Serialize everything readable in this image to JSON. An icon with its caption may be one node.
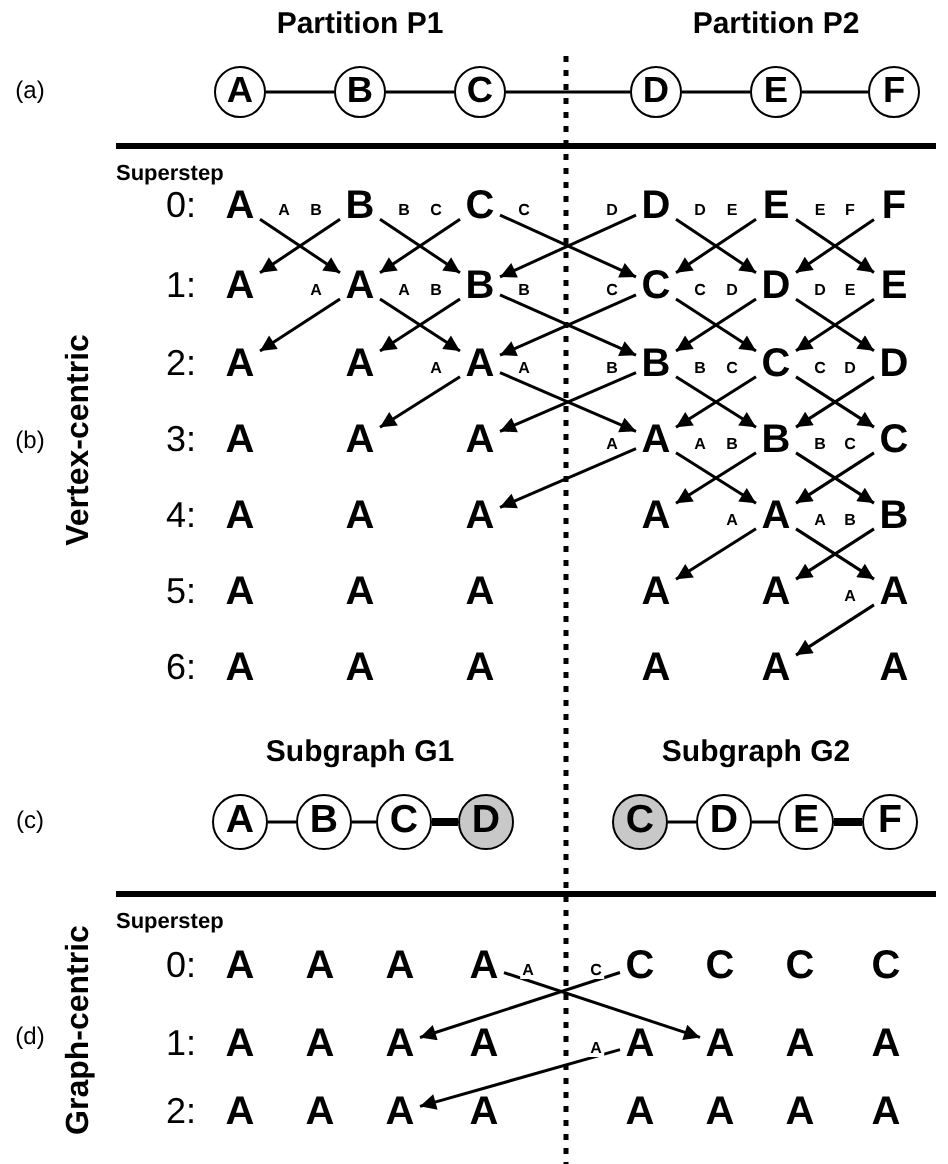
{
  "diagram": {
    "nodes": [
      {
        "text": [
          "A"
        ]
      },
      {
        "text": [
          "B"
        ]
      },
      {
        "text": [
          "C"
        ]
      },
      {
        "text": [
          "D"
        ]
      },
      {
        "text": [
          "E"
        ]
      },
      {
        "text": [
          "F"
        ]
      },
      {
        "text": [
          "A"
        ]
      },
      {
        "text": [
          "B"
        ]
      },
      {
        "text": [
          "C"
        ]
      },
      {
        "text": [
          "D"
        ]
      },
      {
        "text": [
          "E"
        ]
      },
      {
        "text": [
          "F"
        ]
      },
      {
        "text": [
          "A"
        ]
      },
      {
        "text": [
          "A"
        ]
      },
      {
        "text": [
          "B"
        ]
      },
      {
        "text": [
          "C"
        ]
      },
      {
        "text": [
          "D"
        ]
      },
      {
        "text": [
          "E"
        ]
      },
      {
        "text": [
          "A"
        ]
      },
      {
        "text": [
          "A"
        ]
      },
      {
        "text": [
          "A"
        ]
      },
      {
        "text": [
          "B"
        ]
      },
      {
        "text": [
          "C"
        ]
      },
      {
        "text": [
          "D"
        ]
      },
      {
        "text": [
          "A"
        ]
      },
      {
        "text": [
          "A"
        ]
      },
      {
        "text": [
          "A"
        ]
      },
      {
        "text": [
          "A"
        ]
      },
      {
        "text": [
          "B"
        ]
      },
      {
        "text": [
          "C"
        ]
      },
      {
        "text": [
          "A"
        ]
      },
      {
        "text": [
          "A"
        ]
      },
      {
        "text": [
          "A"
        ]
      },
      {
        "text": [
          "A"
        ]
      },
      {
        "text": [
          "A"
        ]
      },
      {
        "text": [
          "B"
        ]
      },
      {
        "text": [
          "A"
        ]
      },
      {
        "text": [
          "A"
        ]
      },
      {
        "text": [
          "A"
        ]
      },
      {
        "text": [
          "A"
        ]
      },
      {
        "text": [
          "A"
        ]
      },
      {
        "text": [
          "A"
        ]
      },
      {
        "text": [
          "A"
        ]
      },
      {
        "text": [
          "A"
        ]
      },
      {
        "text": [
          "A"
        ]
      },
      {
        "text": [
          "A"
        ]
      },
      {
        "text": [
          "A"
        ]
      },
      {
        "text": [
          "A"
        ]
      },
      {
        "text": [
          "A"
        ]
      },
      {
        "text": [
          "B"
        ]
      },
      {
        "text": [
          "C"
        ]
      },
      {
        "text": [
          "D"
        ]
      },
      {
        "text": [
          "C"
        ]
      },
      {
        "text": [
          "D"
        ]
      },
      {
        "text": [
          "E"
        ]
      },
      {
        "text": [
          "F"
        ]
      },
      {
        "text": [
          "A"
        ]
      },
      {
        "text": [
          "A"
        ]
      },
      {
        "text": [
          "A"
        ]
      },
      {
        "text": [
          "A"
        ]
      },
      {
        "text": [
          "C"
        ]
      },
      {
        "text": [
          "C"
        ]
      },
      {
        "text": [
          "C"
        ]
      },
      {
        "text": [
          "C"
        ]
      },
      {
        "text": [
          "A"
        ]
      },
      {
        "text": [
          "A"
        ]
      },
      {
        "text": [
          "A"
        ]
      },
      {
        "text": [
          "A"
        ]
      },
      {
        "text": [
          "A"
        ]
      },
      {
        "text": [
          "A"
        ]
      },
      {
        "text": [
          "A"
        ]
      },
      {
        "text": [
          "A"
        ]
      },
      {
        "text": [
          "A"
        ]
      },
      {
        "text": [
          "A"
        ]
      },
      {
        "text": [
          "A"
        ]
      },
      {
        "text": [
          "A"
        ]
      },
      {
        "text": [
          "A"
        ]
      },
      {
        "text": [
          "A"
        ]
      },
      {
        "text": [
          "A"
        ]
      },
      {
        "text": [
          "A"
        ]
      }
    ],
    "edges": [
      {
        "from": 0,
        "to": 1,
        "arrow": "none"
      },
      {
        "from": 1,
        "to": 2,
        "arrow": "none"
      },
      {
        "from": 2,
        "to": 3,
        "arrow": "none"
      },
      {
        "from": 3,
        "to": 4,
        "arrow": "none"
      },
      {
        "from": 4,
        "to": 5,
        "arrow": "none"
      },
      {
        "from": 6,
        "to": 13,
        "arrow": "to",
        "label": "A"
      },
      {
        "from": 7,
        "to": 12,
        "arrow": "to",
        "label": "B"
      },
      {
        "from": 7,
        "to": 14,
        "arrow": "to",
        "label": "B"
      },
      {
        "from": 8,
        "to": 13,
        "arrow": "to",
        "label": "C"
      },
      {
        "from": 8,
        "to": 15,
        "arrow": "to",
        "label": "C"
      },
      {
        "from": 9,
        "to": 14,
        "arrow": "to",
        "label": "D"
      },
      {
        "from": 9,
        "to": 16,
        "arrow": "to",
        "label": "D"
      },
      {
        "from": 10,
        "to": 15,
        "arrow": "to",
        "label": "E"
      },
      {
        "from": 10,
        "to": 17,
        "arrow": "to",
        "label": "E"
      },
      {
        "from": 11,
        "to": 16,
        "arrow": "to",
        "label": "F"
      },
      {
        "from": 13,
        "to": 18,
        "arrow": "to",
        "label": "A"
      },
      {
        "from": 13,
        "to": 20,
        "arrow": "to",
        "label": "A"
      },
      {
        "from": 14,
        "to": 19,
        "arrow": "to",
        "label": "B"
      },
      {
        "from": 14,
        "to": 21,
        "arrow": "to",
        "label": "B"
      },
      {
        "from": 15,
        "to": 20,
        "arrow": "to",
        "label": "C"
      },
      {
        "from": 15,
        "to": 22,
        "arrow": "to",
        "label": "C"
      },
      {
        "from": 16,
        "to": 21,
        "arrow": "to",
        "label": "D"
      },
      {
        "from": 16,
        "to": 23,
        "arrow": "to",
        "label": "D"
      },
      {
        "from": 17,
        "to": 22,
        "arrow": "to",
        "label": "E"
      },
      {
        "from": 20,
        "to": 25,
        "arrow": "to",
        "label": "A"
      },
      {
        "from": 20,
        "to": 27,
        "arrow": "to",
        "label": "A"
      },
      {
        "from": 21,
        "to": 26,
        "arrow": "to",
        "label": "B"
      },
      {
        "from": 21,
        "to": 28,
        "arrow": "to",
        "label": "B"
      },
      {
        "from": 22,
        "to": 27,
        "arrow": "to",
        "label": "C"
      },
      {
        "from": 22,
        "to": 29,
        "arrow": "to",
        "label": "C"
      },
      {
        "from": 23,
        "to": 28,
        "arrow": "to",
        "label": "D"
      },
      {
        "from": 27,
        "to": 32,
        "arrow": "to",
        "label": "A"
      },
      {
        "from": 27,
        "to": 34,
        "arrow": "to",
        "label": "A"
      },
      {
        "from": 28,
        "to": 33,
        "arrow": "to",
        "label": "B"
      },
      {
        "from": 28,
        "to": 35,
        "arrow": "to",
        "label": "B"
      },
      {
        "from": 29,
        "to": 34,
        "arrow": "to",
        "label": "C"
      },
      {
        "from": 34,
        "to": 39,
        "arrow": "to",
        "label": "A"
      },
      {
        "from": 34,
        "to": 41,
        "arrow": "to",
        "label": "A"
      },
      {
        "from": 35,
        "to": 40,
        "arrow": "to",
        "label": "B"
      },
      {
        "from": 41,
        "to": 46,
        "arrow": "to",
        "label": "A"
      },
      {
        "from": 48,
        "to": 49,
        "arrow": "none"
      },
      {
        "from": 49,
        "to": 50,
        "arrow": "none"
      },
      {
        "from": 50,
        "to": 51,
        "arrow": "none",
        "style": "thick"
      },
      {
        "from": 52,
        "to": 53,
        "arrow": "none"
      },
      {
        "from": 53,
        "to": 54,
        "arrow": "none"
      },
      {
        "from": 54,
        "to": 55,
        "arrow": "none",
        "style": "thick"
      },
      {
        "from": 59,
        "to": 69,
        "arrow": "to",
        "label": "A"
      },
      {
        "from": 60,
        "to": 66,
        "arrow": "to",
        "label": "C"
      },
      {
        "from": 68,
        "to": 74,
        "arrow": "to",
        "label": "A"
      }
    ],
    "labels": [
      "Partition P1",
      "Partition P2",
      "(a)",
      "Superstep",
      "0:",
      "1:",
      "2:",
      "3:",
      "4:",
      "5:",
      "6:",
      "(b)",
      "Vertex-centric",
      "Subgraph G1",
      "Subgraph G2",
      "(c)",
      "Superstep",
      "0:",
      "1:",
      "2:",
      "(d)",
      "Graph-centric"
    ]
  }
}
